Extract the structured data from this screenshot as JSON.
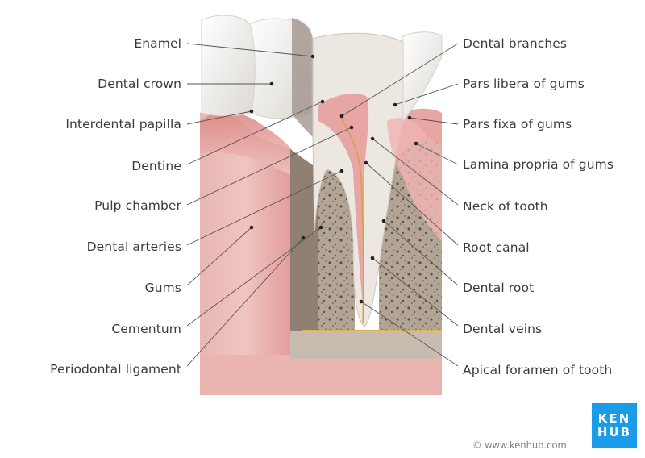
{
  "labels_left": [
    {
      "id": "enamel",
      "text": "Enamel"
    },
    {
      "id": "dental-crown",
      "text": "Dental crown"
    },
    {
      "id": "interdental-papilla",
      "text": "Interdental papilla"
    },
    {
      "id": "dentine",
      "text": "Dentine"
    },
    {
      "id": "pulp-chamber",
      "text": "Pulp chamber"
    },
    {
      "id": "dental-arteries",
      "text": "Dental arteries"
    },
    {
      "id": "gums",
      "text": "Gums"
    },
    {
      "id": "cementum",
      "text": "Cementum"
    },
    {
      "id": "periodontal-ligament",
      "text": "Periodontal ligament"
    }
  ],
  "labels_right": [
    {
      "id": "dental-branches",
      "text": "Dental branches"
    },
    {
      "id": "pars-libera",
      "text": "Pars libera of gums"
    },
    {
      "id": "pars-fixa",
      "text": "Pars fixa of gums"
    },
    {
      "id": "lamina-propria",
      "text": "Lamina propria of gums"
    },
    {
      "id": "neck-of-tooth",
      "text": "Neck of tooth"
    },
    {
      "id": "root-canal",
      "text": "Root canal"
    },
    {
      "id": "dental-root",
      "text": "Dental root"
    },
    {
      "id": "dental-veins",
      "text": "Dental veins"
    },
    {
      "id": "apical-foramen",
      "text": "Apical foramen of tooth"
    }
  ],
  "credit": "© www.kenhub.com",
  "logo": {
    "line1": "KEN",
    "line2": "HUB"
  },
  "colors": {
    "label_text": "#3b3b3b",
    "leader_line": "#555555",
    "gum": "#e9a3a3",
    "bone": "#a89888",
    "enamel": "#f3f1ee",
    "brand": "#1a9ce8"
  }
}
